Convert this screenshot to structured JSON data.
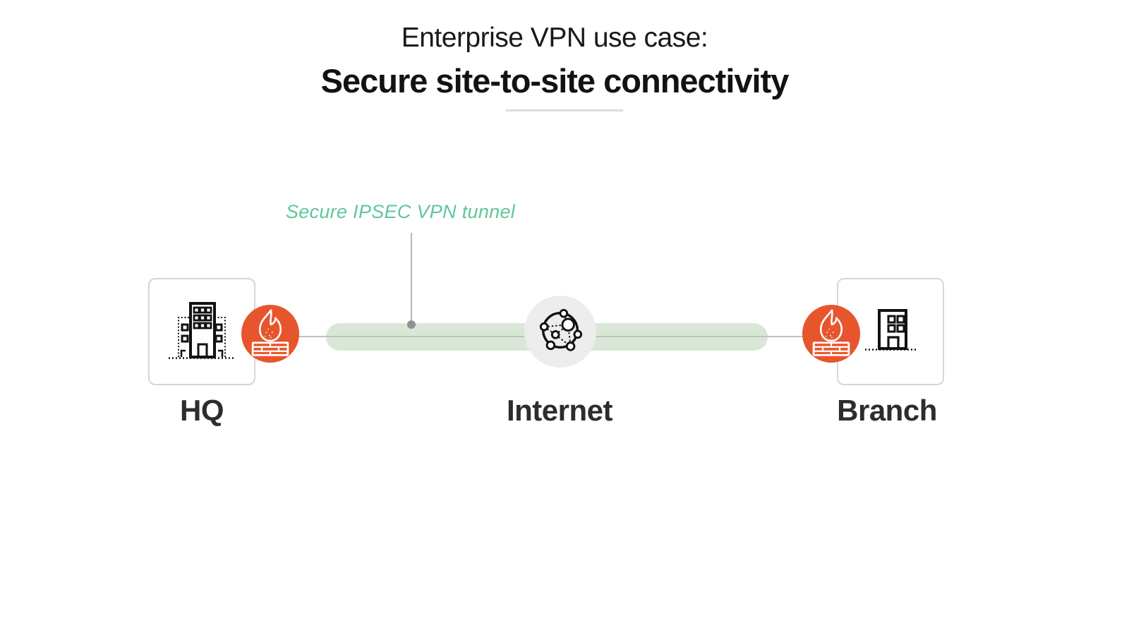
{
  "header": {
    "title_line1": "Enterprise VPN use case:",
    "title_line2": "Secure site-to-site connectivity"
  },
  "tunnel": {
    "label": "Secure IPSEC VPN tunnel"
  },
  "nodes": [
    {
      "id": "hq",
      "label": "HQ",
      "icon": "building-hq-icon"
    },
    {
      "id": "internet",
      "label": "Internet",
      "icon": "internet-network-icon"
    },
    {
      "id": "branch",
      "label": "Branch",
      "icon": "building-branch-icon"
    }
  ],
  "firewalls": [
    {
      "id": "hq-firewall",
      "icon": "firewall-icon"
    },
    {
      "id": "branch-firewall",
      "icon": "firewall-icon"
    }
  ],
  "colors": {
    "firewall_orange": "#e7552d",
    "tunnel_green": "#d9e8d6",
    "tunnel_label_teal": "#5fc79a",
    "internet_circle_gray": "#ededed",
    "divider_gray": "#dcdcdc",
    "label_text_dark": "#2d2d2d"
  }
}
